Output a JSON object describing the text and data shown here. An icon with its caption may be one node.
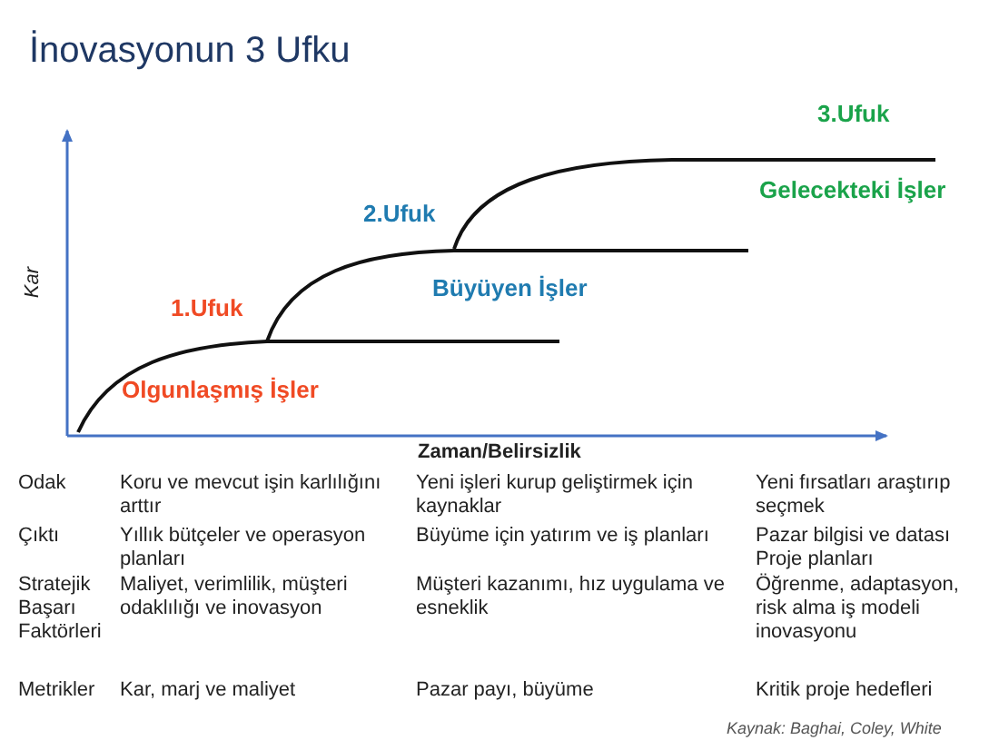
{
  "diagram": {
    "title": "İnovasyonun 3 Ufku",
    "caption": "Kaynak: Baghai, Coley, White",
    "labels": [
      "3.Ufuk",
      "Gelecekteki İşler",
      "2.Ufuk",
      "Kar",
      "Büyüyen İşler",
      "1.Ufuk",
      "Olgunlaşmış İşler",
      "Zaman/Belirsizlik",
      "Odak",
      "Koru ve mevcut işin karlılığını arttır",
      "Yeni işleri kurup geliştirmek için kaynaklar",
      "Yeni fırsatları araştırıp seçmek",
      "Çıktı",
      "Yıllık bütçeler ve operasyon planları",
      "Büyüme için yatırım ve iş planları",
      "Pazar bilgisi ve datası Proje planları",
      "Stratejik Başarı Faktörleri",
      "Maliyet, verimlilik, müşteri odaklılığı ve inovasyon",
      "Müşteri kazanımı, hız uygulama ve esneklik",
      "Öğrenme, adaptasyon, risk alma iş modeli inovasyonu",
      "Metrikler",
      "Kar, marj ve maliyet",
      "Pazar payı, büyüme",
      "Kritik proje hedefleri"
    ]
  }
}
